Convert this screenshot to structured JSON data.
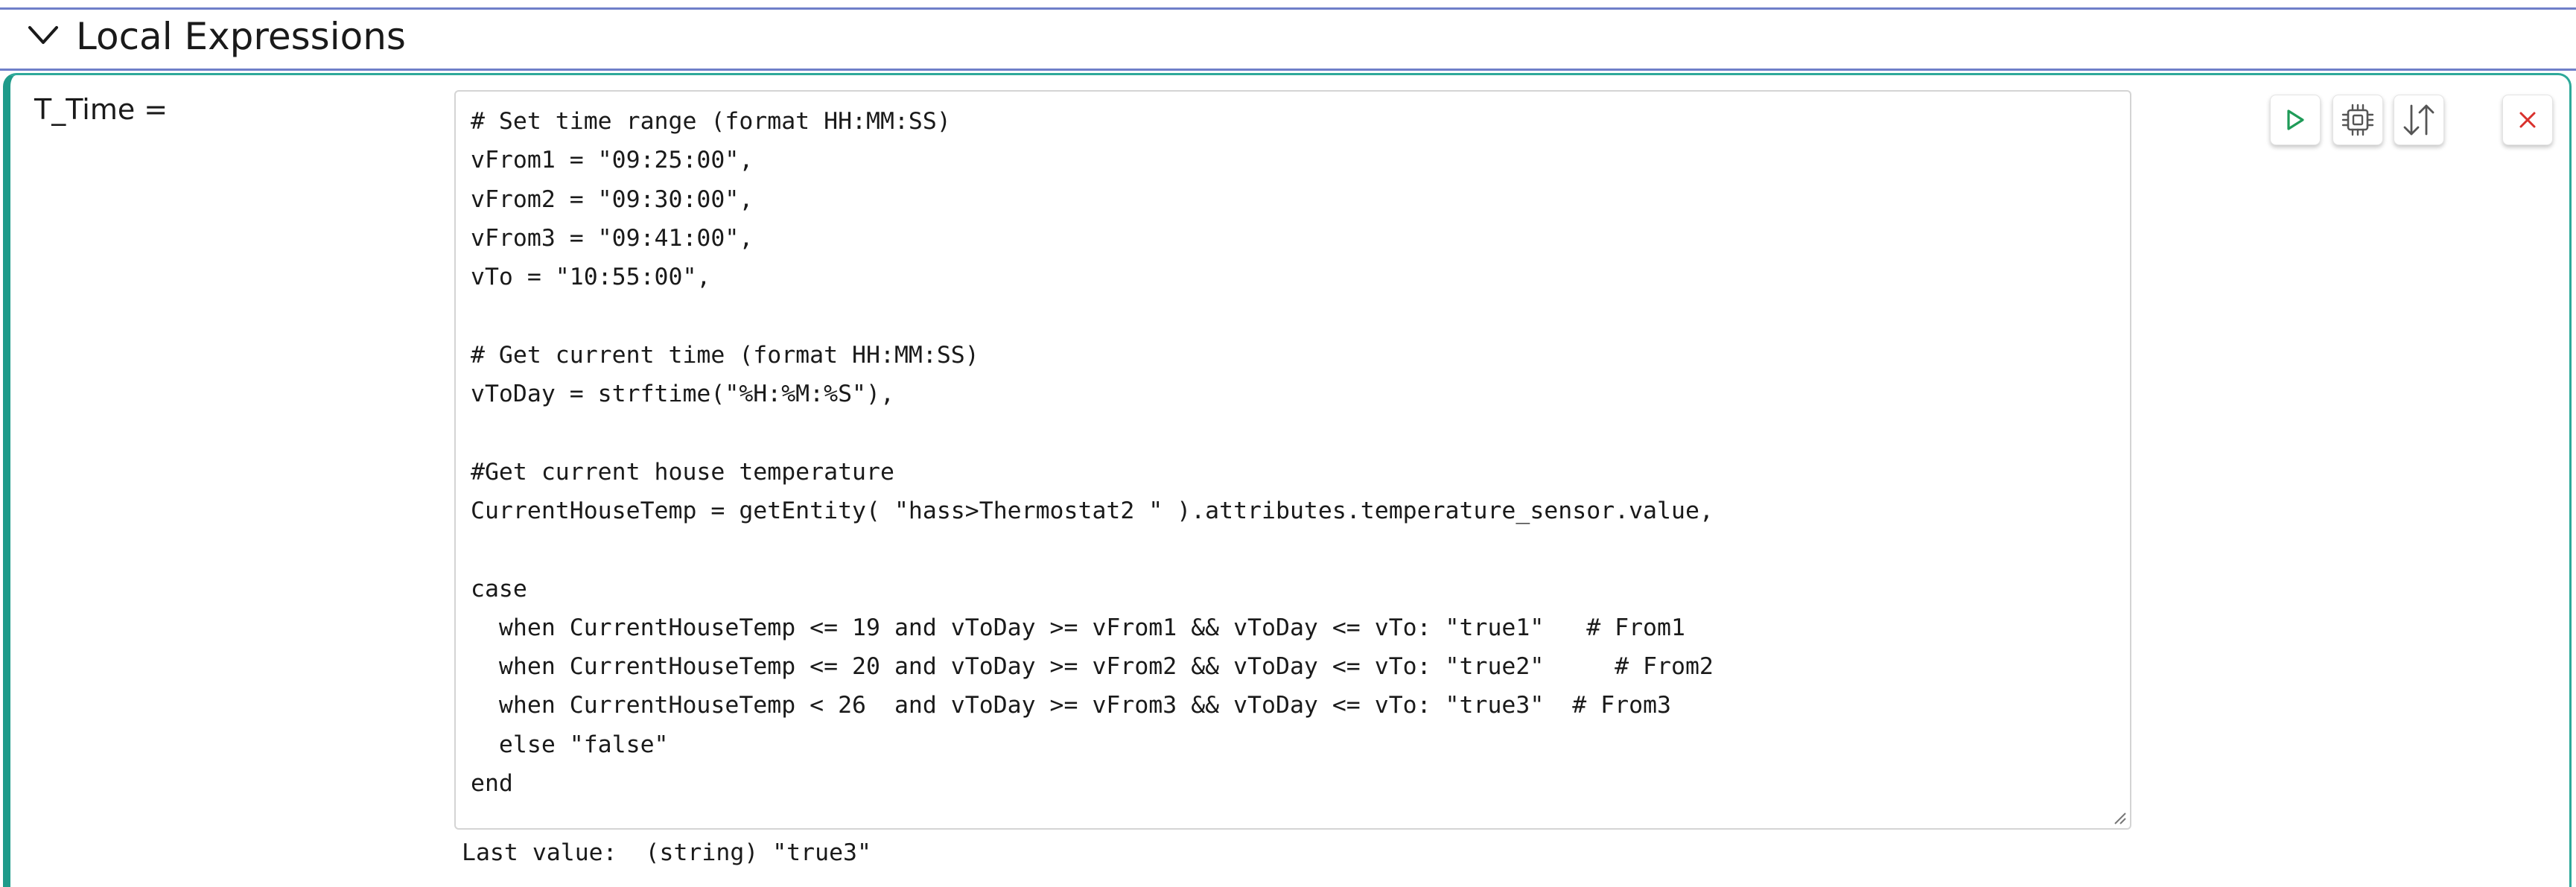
{
  "section": {
    "title": "Local Expressions",
    "icon": "chevron-down-icon"
  },
  "expression": {
    "name": "T_Time =",
    "code": "# Set time range (format HH:MM:SS)\nvFrom1 = \"09:25:00\",\nvFrom2 = \"09:30:00\",\nvFrom3 = \"09:41:00\",\nvTo = \"10:55:00\",\n\n# Get current time (format HH:MM:SS)\nvToDay = strftime(\"%H:%M:%S\"),\n\n#Get current house temperature\nCurrentHouseTemp = getEntity( \"hass>Thermostat2 \" ).attributes.temperature_sensor.value,\n\ncase\n  when CurrentHouseTemp <= 19 and vToDay >= vFrom1 && vToDay <= vTo: \"true1\"   # From1\n  when CurrentHouseTemp <= 20 and vToDay >= vFrom2 && vToDay <= vTo: \"true2\"     # From2\n  when CurrentHouseTemp < 26  and vToDay >= vFrom3 && vToDay <= vTo: \"true3\"  # From3\n  else \"false\"\nend",
    "last_value": "Last value:  (string) \"true3\""
  },
  "toolbar": {
    "buttons": [
      {
        "name": "run-button",
        "icon": "play-icon",
        "color": "#1f9b58"
      },
      {
        "name": "evaluate-button",
        "icon": "chip-icon",
        "color": "#555555"
      },
      {
        "name": "reorder-button",
        "icon": "sort-arrows-icon",
        "color": "#555555"
      },
      {
        "name": "delete-button",
        "icon": "close-icon",
        "color": "#d9302c"
      }
    ]
  },
  "colors": {
    "accent_border": "#2ea99a",
    "section_line": "#6f7fc9"
  }
}
